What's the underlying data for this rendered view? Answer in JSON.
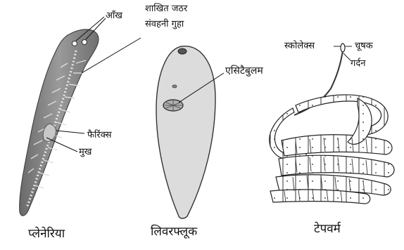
{
  "figure": {
    "planaria": {
      "caption": "प्लेनेरिया",
      "labels": {
        "eye": "आँख",
        "gut_line1": "शाखित जठर",
        "gut_line2": "संवहनी गुहा",
        "pharynx": "फैरिंक्स",
        "mouth": "मुख"
      }
    },
    "liverfluke": {
      "caption": "लिवरफ्लूक",
      "labels": {
        "acetabulum": "एसिटैबुलम"
      }
    },
    "tapeworm": {
      "caption": "टेपवर्म",
      "labels": {
        "scolex": "स्कोलेक्स",
        "sucker": "चूषक",
        "neck": "गर्दन"
      }
    }
  }
}
